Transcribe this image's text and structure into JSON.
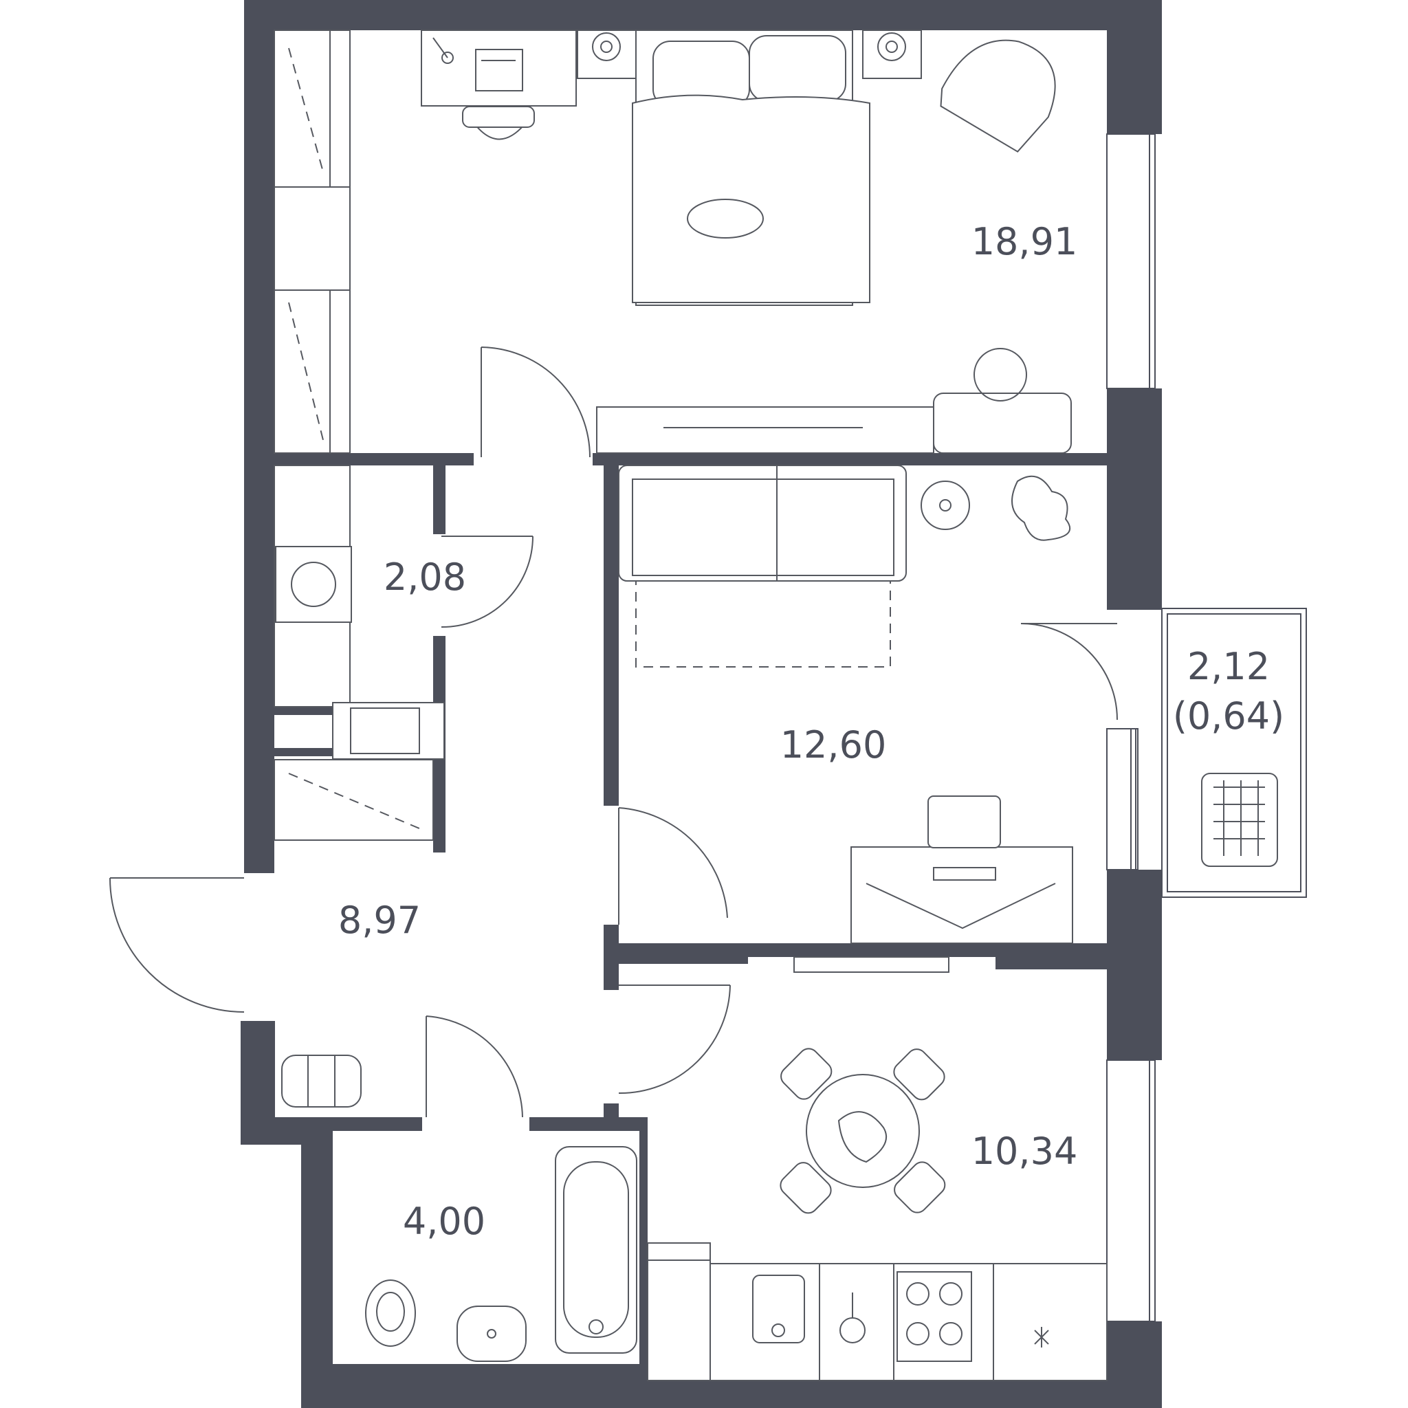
{
  "plan": {
    "wall_color": "#4c4f5a",
    "rooms": [
      {
        "id": "bedroom",
        "area": "18,91"
      },
      {
        "id": "storage",
        "area": "2,08"
      },
      {
        "id": "living-room",
        "area": "12,60"
      },
      {
        "id": "balcony",
        "area": "2,12",
        "area_reduced": "(0,64)"
      },
      {
        "id": "hallway",
        "area": "8,97"
      },
      {
        "id": "bathroom",
        "area": "4,00"
      },
      {
        "id": "kitchen",
        "area": "10,34"
      }
    ]
  }
}
